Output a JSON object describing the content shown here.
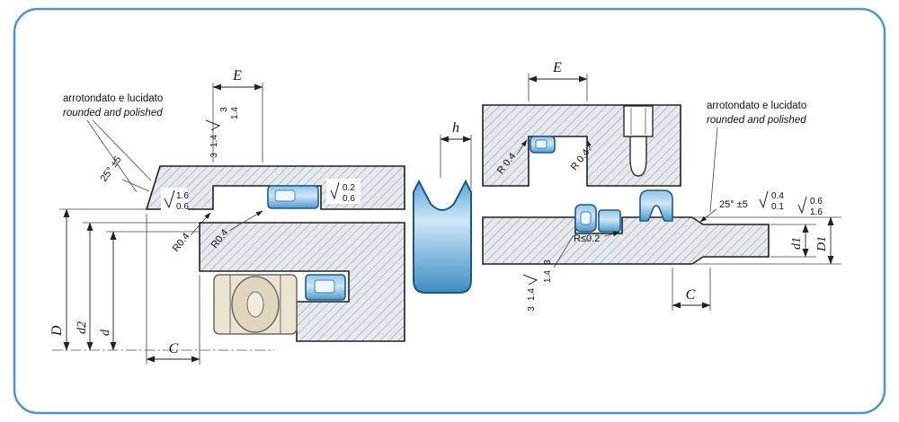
{
  "left": {
    "note1": "arrotondato  e lucidato",
    "note2": "rounded and polished",
    "dim_e": "E",
    "r_top_val1": "3",
    "r_top_val2": "1.4",
    "r_top2_val1": "1.4",
    "r_top2_val2": "3",
    "angle": "25° ±5",
    "r_bore1": "1.6",
    "r_bore2": "0.6",
    "radius_a": "R0.4",
    "radius_b": "R0.4",
    "r_groove1": "0.2",
    "r_groove2": "0.6",
    "dim_D": "D",
    "dim_d2": "d2",
    "dim_d": "d",
    "dim_C": "C"
  },
  "seal": {
    "dim_h": "h"
  },
  "right": {
    "dim_e": "E",
    "radius_a": "R 0.4",
    "radius_b": "R 0.4",
    "note1": "arrotondato e lucidato",
    "note2": "rounded and polished",
    "angle": "25° ±5",
    "r_shaft1": "0.4",
    "r_shaft2": "0.1",
    "r_shaft3": "0.6",
    "r_shaft4": "1.6",
    "radius_note": "R≤0.2",
    "r_groove1": "3",
    "r_groove2": "1.4",
    "r_groove3": "1.4",
    "r_groove4": "3",
    "dim_C": "C",
    "dim_d1": "d1",
    "dim_D1": "D1"
  }
}
